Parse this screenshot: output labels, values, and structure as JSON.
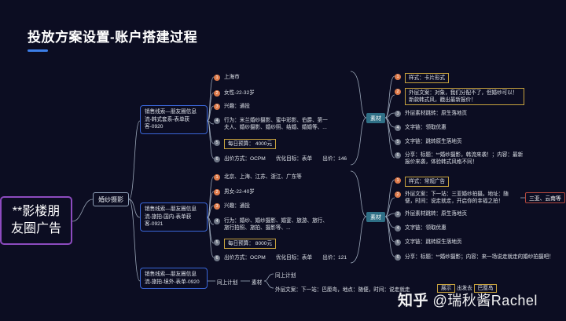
{
  "title": "投放方案设置-账户搭建过程",
  "root": "**影楼朋友圈广告",
  "hub": "婚纱摄影",
  "plans": [
    {
      "name": "销售线索—朋友圈信息流-韩式套系-表单获客-0920",
      "items": [
        {
          "n": "1",
          "text": "上海市"
        },
        {
          "n": "2",
          "text": "女性-22-32岁"
        },
        {
          "n": "3",
          "text": "兴趣：通投"
        },
        {
          "n": "4",
          "text": "行为：米兰婚纱摄影、蜜中彩影、伯爵、第一夫人、婚纱摄影、婚纱照、结婚、婚婚等、..."
        },
        {
          "n": "5",
          "text": "每日预算： 4000元"
        },
        {
          "n": "6",
          "text": "出价方式：OCPM　　优化目标：表单　　出价：146"
        }
      ],
      "material_tag": "素材",
      "material": [
        {
          "n": "1",
          "text": "样式：卡片形式"
        },
        {
          "n": "2",
          "text": "外层文案：对象，我们分配不了，但婚纱可以！新款韩式风，戳出最新报价！"
        },
        {
          "n": "3",
          "text": "外层素材跳转：原生落地页"
        },
        {
          "n": "4",
          "text": "文字链：领取优惠"
        },
        {
          "n": "5",
          "text": "文字链：跳转原生落地页"
        },
        {
          "n": "6",
          "text": "分享：标题：**婚纱摄影，韩流来袭！；内容：最新报价来袭，体验韩式风格不同！"
        }
      ]
    },
    {
      "name": "销售线索—朋友圈信息流-旅拍-国内-表单获客-0921",
      "items": [
        {
          "n": "1",
          "text": "北京、上海、江苏、浙江、广东等"
        },
        {
          "n": "2",
          "text": "男女-22-40岁"
        },
        {
          "n": "3",
          "text": "兴趣：通投"
        },
        {
          "n": "4",
          "text": "行为：婚纱、婚纱摄影、婚宴、旅游、旅行、旅行拍照、旅拍、摄影等、..."
        },
        {
          "n": "5",
          "text": "每日预算： 8000元"
        },
        {
          "n": "6",
          "text": "出价方式：OCPM　　优化目标：表单　　出价：121"
        }
      ],
      "material_tag": "素材",
      "material": [
        {
          "n": "1",
          "text": "样式：常规广告"
        },
        {
          "n": "2",
          "text": "外层文案：下一站：三亚婚纱拍摄。地址：随便，时间：说走就走，开启你的幸福之拍！"
        },
        {
          "n": "3",
          "text": "外层素材跳转：原生落地页"
        },
        {
          "n": "4",
          "text": "文字链：领取优惠"
        },
        {
          "n": "5",
          "text": "文字链：跳转原生落地页"
        },
        {
          "n": "6",
          "text": "分享：标题：**婚纱摄影；内容：来一场说走就走的婚纱拍摄吧！"
        }
      ],
      "side_tag": "三亚、云南等"
    },
    {
      "name": "销售线索—朋友圈信息流-旅拍-境外-表单-0920",
      "same_plan": "同上计划",
      "material_tag": "素材",
      "sub1": "同上计划",
      "sub2": "外层文案：下一站：巴厘岛，地点：随便，时间：说走就走",
      "tail1": "展示",
      "tail2": "出发去",
      "tail3": "巴厘岛"
    }
  ],
  "watermark": {
    "logo": "知乎",
    "text": "@瑞秋酱Rachel"
  }
}
